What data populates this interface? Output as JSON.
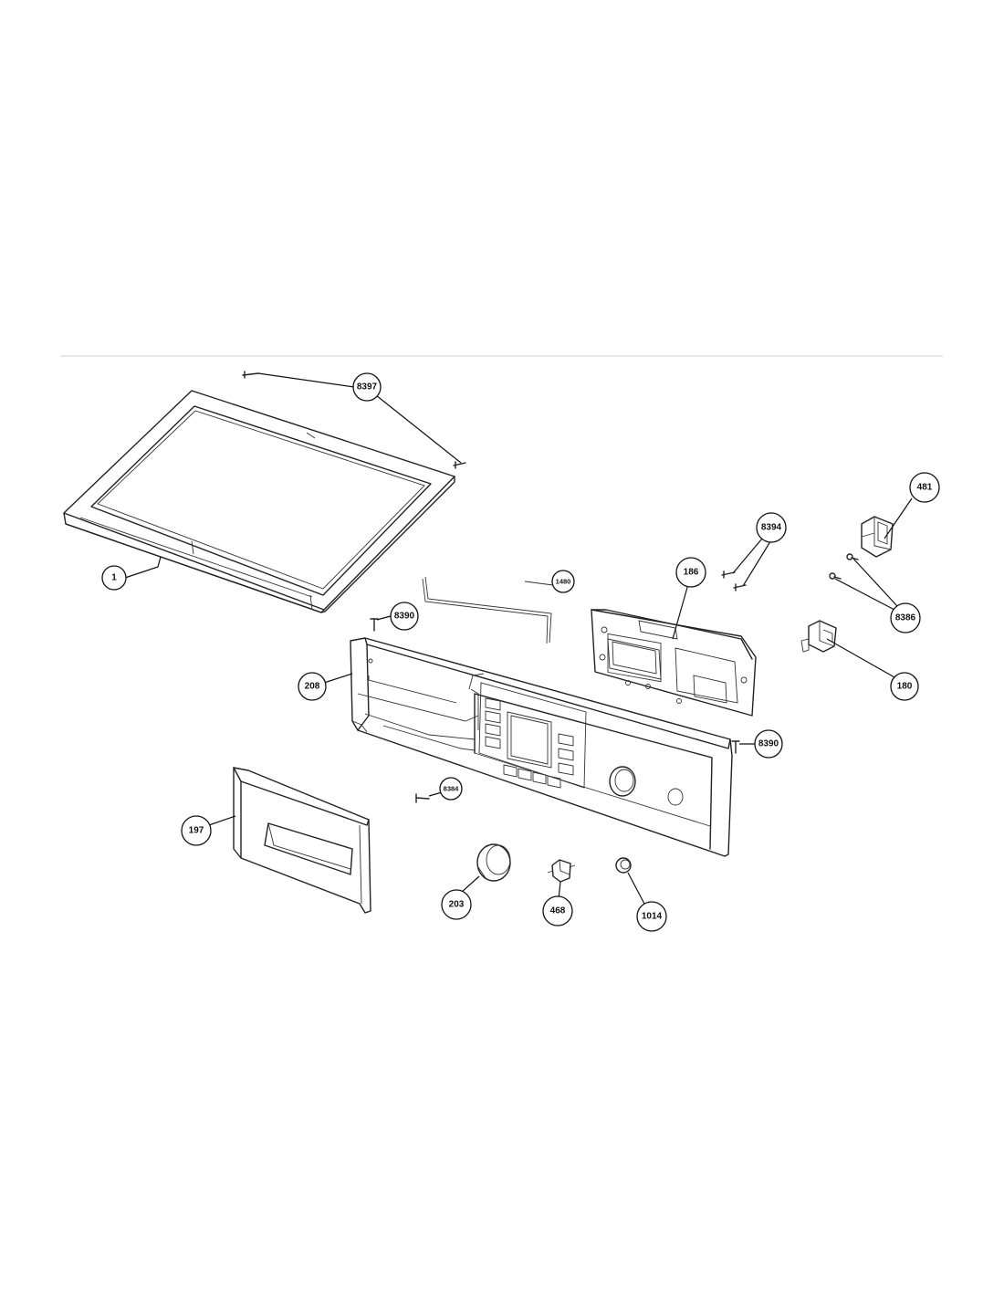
{
  "callouts": [
    {
      "id": "c-1",
      "label": "1"
    },
    {
      "id": "c-8397",
      "label": "8397"
    },
    {
      "id": "c-481",
      "label": "481"
    },
    {
      "id": "c-8394",
      "label": "8394"
    },
    {
      "id": "c-186",
      "label": "186"
    },
    {
      "id": "c-1480",
      "label": "1480"
    },
    {
      "id": "c-8390a",
      "label": "8390"
    },
    {
      "id": "c-8386",
      "label": "8386"
    },
    {
      "id": "c-180",
      "label": "180"
    },
    {
      "id": "c-208",
      "label": "208"
    },
    {
      "id": "c-8390b",
      "label": "8390"
    },
    {
      "id": "c-8384",
      "label": "8384"
    },
    {
      "id": "c-197",
      "label": "197"
    },
    {
      "id": "c-203",
      "label": "203"
    },
    {
      "id": "c-468",
      "label": "468"
    },
    {
      "id": "c-1014",
      "label": "1014"
    }
  ]
}
